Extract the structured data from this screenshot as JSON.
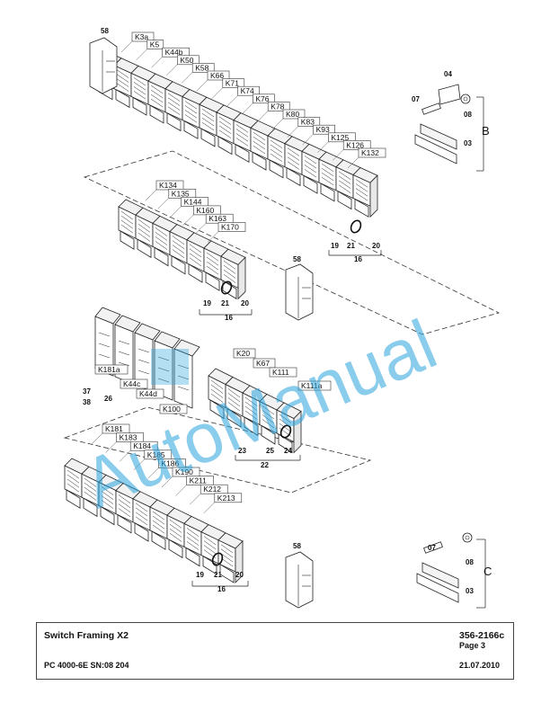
{
  "watermark": "AutoManual",
  "sections": {
    "b": "B",
    "c": "C"
  },
  "hardware": {
    "bracket": "04",
    "bolt": "07",
    "nut": "08",
    "rail": "03",
    "end_block": "58"
  },
  "strip_refs": {
    "r19": "19",
    "r20": "20",
    "r21": "21",
    "r16": "16",
    "r22": "22",
    "r23": "23",
    "r24": "24",
    "r25": "25",
    "r26": "26",
    "r37": "37",
    "r38": "38"
  },
  "group1_labels": [
    "K3a",
    "K5",
    "K44b",
    "K50",
    "K58",
    "K66",
    "K71",
    "K74",
    "K76",
    "K78",
    "K80",
    "K83",
    "K93",
    "K125",
    "K126",
    "K132"
  ],
  "group2_labels": [
    "K134",
    "K135",
    "K144",
    "K160",
    "K163",
    "K170"
  ],
  "group3_labels": [
    "K20",
    "K67",
    "K111",
    "K111a"
  ],
  "group3_left": [
    "K181a",
    "K44c",
    "K44d",
    "K100"
  ],
  "group4_labels": [
    "K181",
    "K183",
    "K184",
    "K185",
    "K186",
    "K190",
    "K211",
    "K212",
    "K213"
  ],
  "footer": {
    "title": "Switch Framing X2",
    "doc_number": "356-2166c",
    "page": "Page 3",
    "model": "PC 4000-6E SN:08 204",
    "date": "21.07.2010"
  }
}
